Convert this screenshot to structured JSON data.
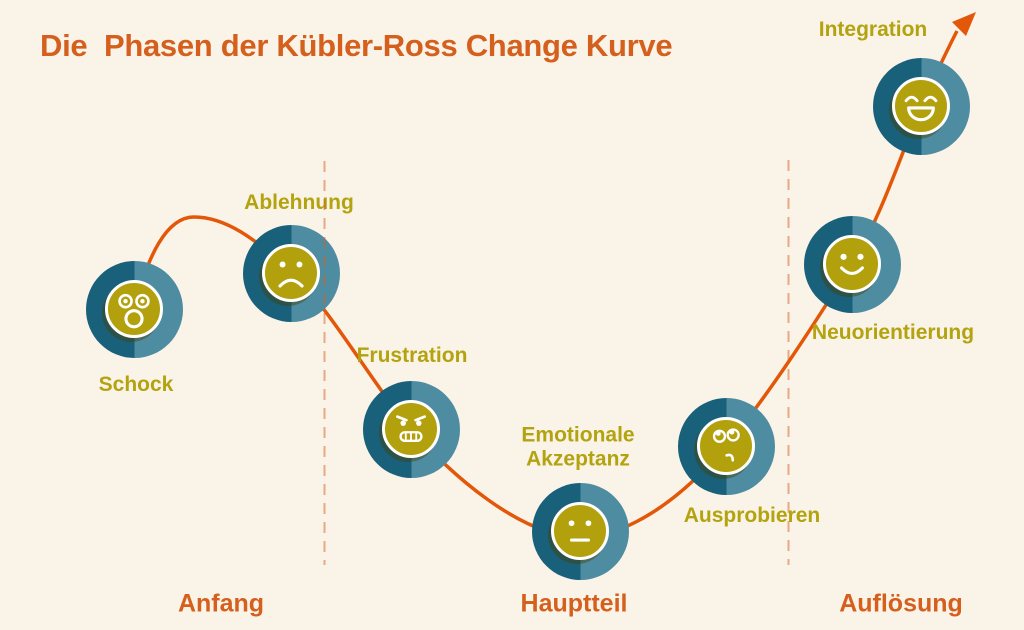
{
  "title": "Die  Phasen der Kübler-Ross Change Kurve",
  "nodes": [
    {
      "id": "schock",
      "label": "Schock",
      "face": "shock-face"
    },
    {
      "id": "ablehnung",
      "label": "Ablehnung",
      "face": "sad-face"
    },
    {
      "id": "frustration",
      "label": "Frustration",
      "face": "angry-face"
    },
    {
      "id": "emotionale-akzeptanz",
      "label": "Emotionale\nAkzeptanz",
      "face": "neutral-face"
    },
    {
      "id": "ausprobieren",
      "label": "Ausprobieren",
      "face": "skeptical-face"
    },
    {
      "id": "neuorientierung",
      "label": "Neuorientierung",
      "face": "smile-face"
    },
    {
      "id": "integration",
      "label": "Integration",
      "face": "laugh-face"
    }
  ],
  "phases": [
    {
      "label": "Anfang"
    },
    {
      "label": "Hauptteil"
    },
    {
      "label": "Auflösung"
    }
  ],
  "colors": {
    "background": "#faf3e8",
    "accent_orange": "#d55f1c",
    "curve_orange": "#e25708",
    "label_olive": "#b3a30f",
    "teal_dark": "#19607a",
    "teal_light": "#4e8ca1",
    "face_yellow": "#b2a00d"
  }
}
